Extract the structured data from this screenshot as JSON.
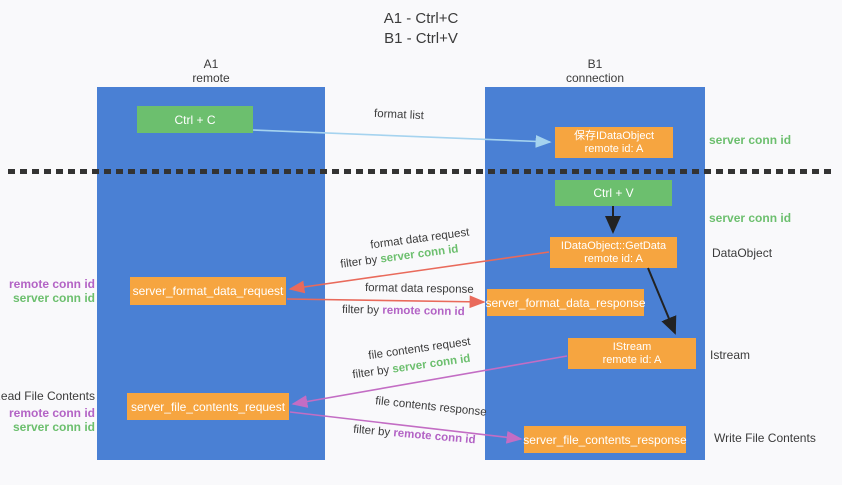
{
  "title": {
    "line1": "A1 - Ctrl+C",
    "line2": "B1 - Ctrl+V"
  },
  "lifelines": {
    "left": {
      "title": "A1",
      "subtitle": "remote"
    },
    "right": {
      "title": "B1",
      "subtitle": "connection"
    }
  },
  "nodes": {
    "ctrl_c": {
      "label": "Ctrl + C"
    },
    "save_idataobject": {
      "line1": "保存IDataObject",
      "line2": "remote id: A"
    },
    "ctrl_v": {
      "label": "Ctrl + V"
    },
    "getdata": {
      "line1": "IDataObject::GetData",
      "line2": "remote id: A"
    },
    "format_request": {
      "label": "server_format_data_request"
    },
    "format_response": {
      "label": "server_format_data_response"
    },
    "istream": {
      "line1": "IStream",
      "line2": "remote id: A"
    },
    "file_request": {
      "label": "server_file_contents_request"
    },
    "file_response": {
      "label": "server_file_contents_response"
    }
  },
  "arrows": {
    "format_list": {
      "label": "format list"
    },
    "format_data_request": {
      "label": "format data request",
      "filter_prefix": "filter by ",
      "filter_key": "server conn id"
    },
    "format_data_response": {
      "label": "format data response",
      "filter_prefix": "filter by ",
      "filter_key": "remote conn id"
    },
    "file_contents_request": {
      "label": "file contents request",
      "filter_prefix": "filter by ",
      "filter_key": "server conn id"
    },
    "file_contents_response": {
      "label": "file contents response",
      "filter_prefix": "filter by ",
      "filter_key": "remote conn id"
    }
  },
  "annotations": {
    "left": {
      "remote_conn_id_1": "remote conn id",
      "server_conn_id_1": "server conn id",
      "read_file_contents": "Read File Contents",
      "remote_conn_id_2": "remote conn id",
      "server_conn_id_2": "server conn id"
    },
    "right": {
      "server_conn_id_1": "server conn id",
      "server_conn_id_2": "server conn id",
      "dataobject": "DataObject",
      "istream": "Istream",
      "write_file_contents": "Write File Contents"
    }
  },
  "colors": {
    "lifeline_blue": "#4a80d4",
    "node_green": "#6cbf6e",
    "node_orange": "#f6a540",
    "arrow_light_blue": "#a5d3ef",
    "arrow_red": "#e96a5b",
    "arrow_purple": "#c36dc4",
    "arrow_black": "#222222",
    "conn_id_green": "#6cbf6e",
    "conn_id_purple": "#b363c5"
  }
}
